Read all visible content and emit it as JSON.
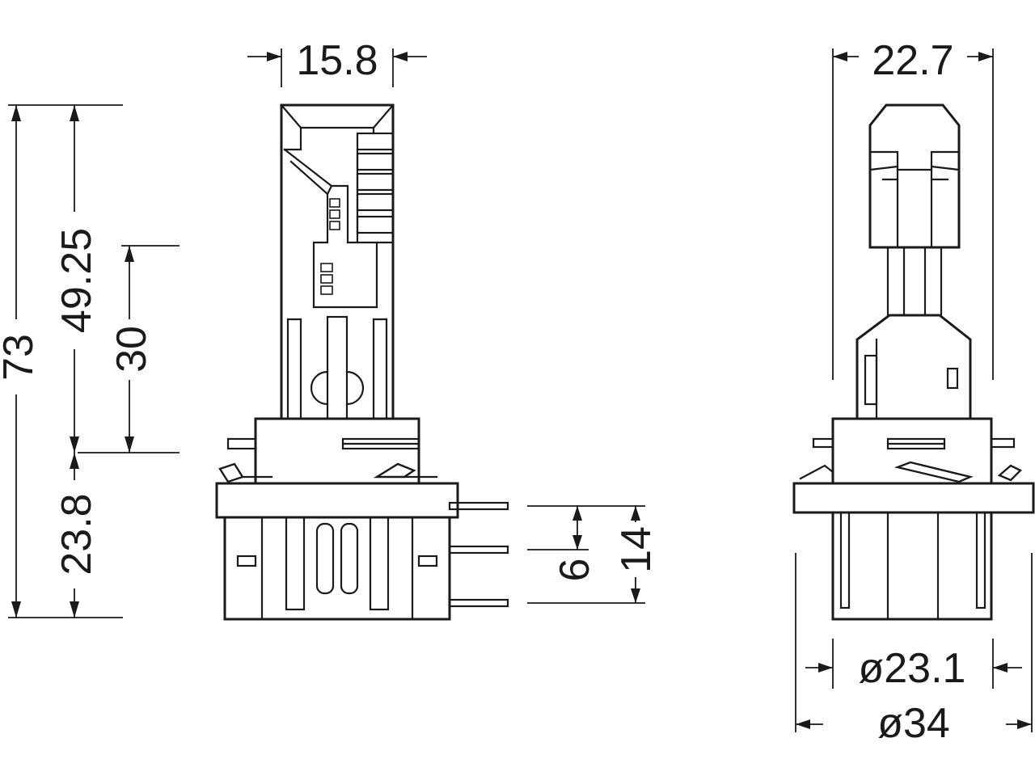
{
  "dimensions": {
    "top_width_front": "15.8",
    "top_width_side": "22.7",
    "overall_height": "73",
    "upper_height": "49.25",
    "mid_height": "30",
    "base_height": "23.8",
    "pin_spacing_small": "6",
    "pin_spacing_large": "14",
    "inner_diameter": "ø23.1",
    "outer_diameter": "ø34"
  },
  "colors": {
    "line": "#1a1a1a",
    "background": "#ffffff"
  }
}
